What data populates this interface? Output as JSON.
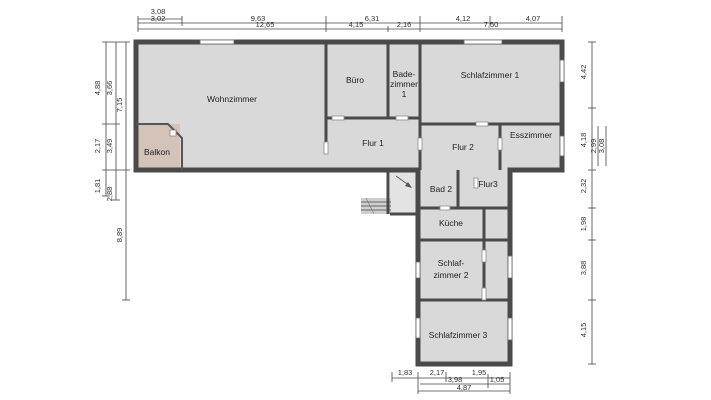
{
  "rooms": {
    "wohnzimmer": "Wohnzimmer",
    "buero": "Büro",
    "badezimmer1_line1": "Bade-",
    "badezimmer1_line2": "zimmer",
    "badezimmer1_line3": "1",
    "schlafzimmer1": "Schlafzimmer 1",
    "balkon": "Balkon",
    "flur1": "Flur 1",
    "flur2": "Flur 2",
    "esszimmer": "Esszimmer",
    "bad2": "Bad 2",
    "flur3": "Flur3",
    "kueche": "Küche",
    "schlafzimmer2_line1": "Schlaf-",
    "schlafzimmer2_line2": "zimmer 2",
    "schlafzimmer3": "Schlafzimmer 3"
  },
  "dimensions": {
    "top": [
      "3,08",
      "3,02",
      "9,63",
      "12,65",
      "6,31",
      "4,15",
      "2,16",
      "4,12",
      "4,07",
      "7,50"
    ],
    "left": [
      "4,88",
      "3,66",
      "7,15",
      "2,17",
      "3,49",
      "1,81",
      "2,88",
      "8,89"
    ],
    "right": [
      "4,42",
      "4,18",
      "2,99",
      "3,08",
      "2,32",
      "1,98",
      "3,88",
      "4,15"
    ],
    "bottom": [
      "1,83",
      "2,17",
      "1,95",
      "3,98",
      "1,05",
      "4,87"
    ]
  }
}
